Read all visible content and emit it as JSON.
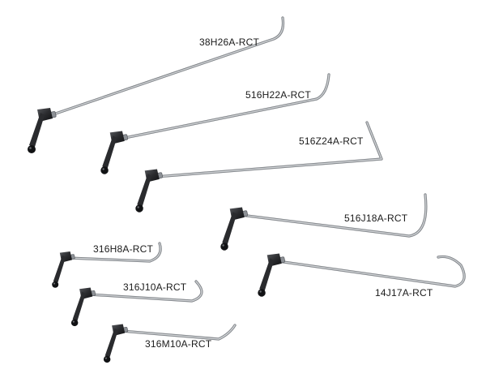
{
  "colors": {
    "background": "#ffffff",
    "rod": "#9ea2a6",
    "rod_highlight": "#e4e6e8",
    "handle": "#2a2b2e",
    "label": "#1a1a1a"
  },
  "tools": [
    {
      "label": "38H26A-RCT"
    },
    {
      "label": "516H22A-RCT"
    },
    {
      "label": "516Z24A-RCT"
    },
    {
      "label": "516J18A-RCT"
    },
    {
      "label": "316H8A-RCT"
    },
    {
      "label": "14J17A-RCT"
    },
    {
      "label": "316J10A-RCT"
    },
    {
      "label": "316M10A-RCT"
    }
  ]
}
